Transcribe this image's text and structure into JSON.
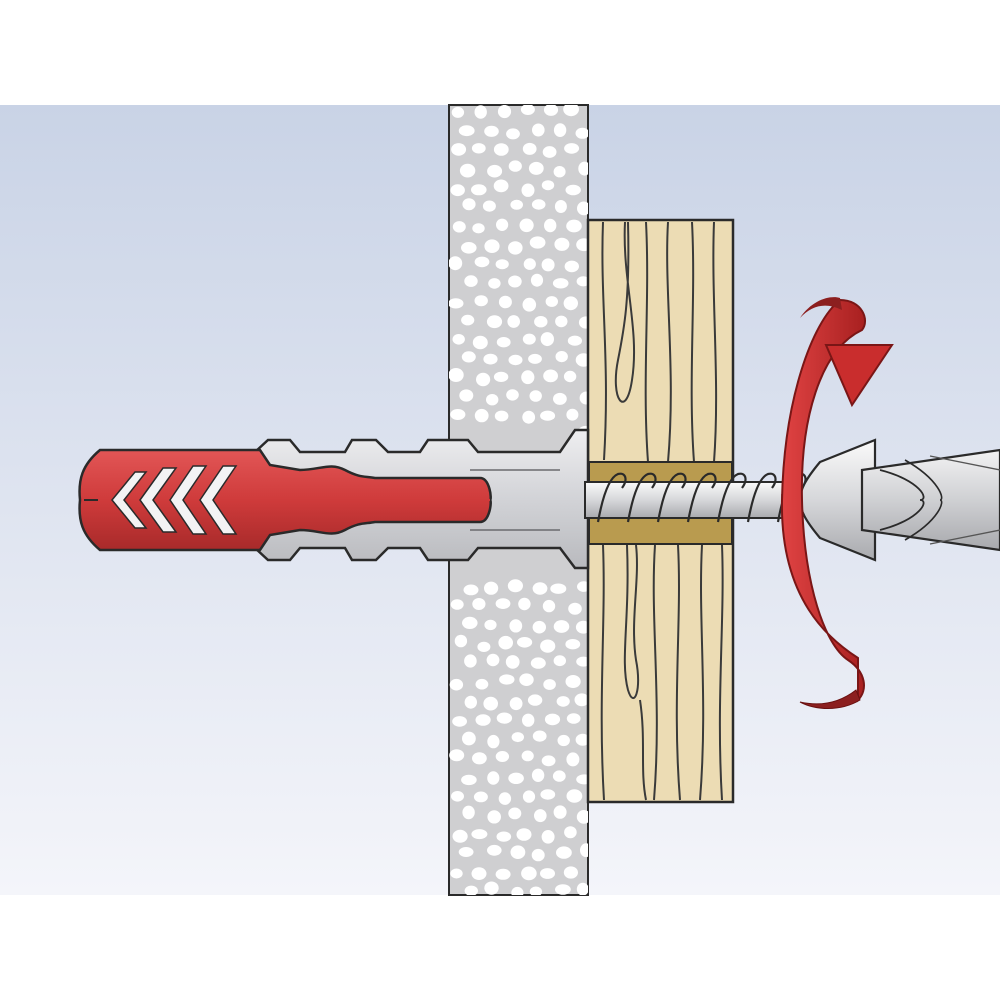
{
  "illustration": {
    "subject": "screw-and-wall-plug-installation",
    "components": [
      "wall",
      "wooden-batten",
      "wall-plug",
      "screw",
      "screwdriver-bit",
      "rotation-arrow"
    ],
    "icons": {
      "rotation": "clockwise-rotation-arrow-icon"
    }
  },
  "colors": {
    "background_top": "#c9d3e6",
    "background_bottom": "#f4f5fa",
    "page": "#ffffff",
    "wall": "#cfcfd1",
    "wall_dots": "#ffffff",
    "wood": "#ecdcb4",
    "wood_hole": "#b99b4f",
    "plug_gray": "#d8d9dc",
    "plug_red": "#cf3b3b",
    "plug_red_dark": "#a82a2a",
    "screw": "#e5e6e9",
    "outline": "#2a2a2a",
    "arrow_red": "#c92d2d",
    "arrow_dark": "#8c1f1f"
  }
}
